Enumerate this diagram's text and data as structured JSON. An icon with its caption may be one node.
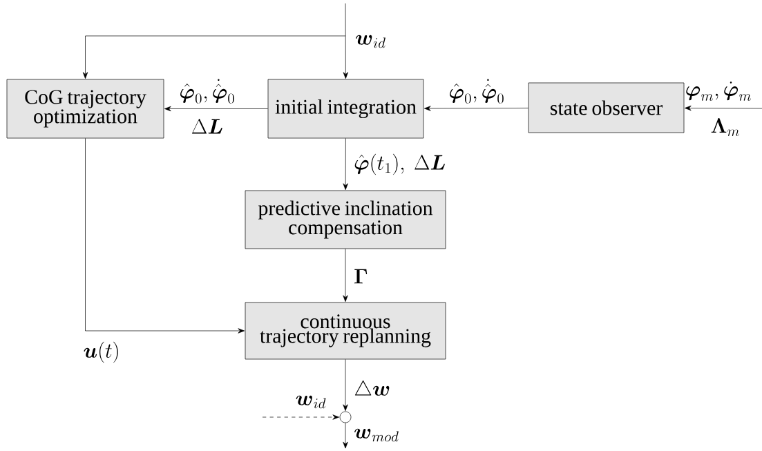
{
  "diagram": {
    "nodes": [
      {
        "text": [
          "CoG trajectory optimization"
        ]
      },
      {
        "text": [
          "initial integration"
        ]
      },
      {
        "text": [
          "state observer"
        ]
      },
      {
        "text": [
          "predictive inclination compensation"
        ]
      },
      {
        "text": [
          "continuous trajectory replanning"
        ]
      },
      {
        "text": [],
        "shape": "circle"
      }
    ],
    "edges": [
      {
        "from": null,
        "to": 1,
        "arrow": "to",
        "label": "\\boldsymbol{w}_{id}"
      },
      {
        "from": null,
        "to": 0,
        "arrow": "to"
      },
      {
        "from": 2,
        "to": 1,
        "arrow": "to",
        "label": "\\hat{\\boldsymbol{\\varphi}}_0, \\dot{\\hat{\\boldsymbol{\\varphi}}}_0"
      },
      {
        "from": 1,
        "to": 0,
        "arrow": "to",
        "label": "\\hat{\\boldsymbol{\\varphi}}_0, \\dot{\\hat{\\boldsymbol{\\varphi}}}_0"
      },
      {
        "from": null,
        "to": 2,
        "arrow": "to",
        "label": "\\boldsymbol{\\varphi}_m, \\dot{\\boldsymbol{\\varphi}}_m"
      },
      {
        "from": 1,
        "to": 3,
        "arrow": "to",
        "label": "\\hat{\\boldsymbol{\\varphi}}(t_1),\\ \\Delta \\boldsymbol{L}"
      },
      {
        "from": 3,
        "to": 4,
        "arrow": "to",
        "label": "\\boldsymbol{\\Gamma}"
      },
      {
        "from": 0,
        "to": 4,
        "arrow": "to",
        "label": "\\boldsymbol{u}(t)"
      },
      {
        "from": 4,
        "to": 5,
        "arrow": "to",
        "label": "\\triangle \\boldsymbol{w}"
      },
      {
        "from": null,
        "to": 5,
        "arrow": "to",
        "style": "dashed",
        "label": "\\boldsymbol{w}_{id}"
      },
      {
        "from": 5,
        "to": null,
        "arrow": "to",
        "label": "\\boldsymbol{w}_{mod}"
      }
    ],
    "labels": [
      "\\Delta \\boldsymbol{L}",
      "\\boldsymbol{\\Lambda}_m"
    ]
  }
}
